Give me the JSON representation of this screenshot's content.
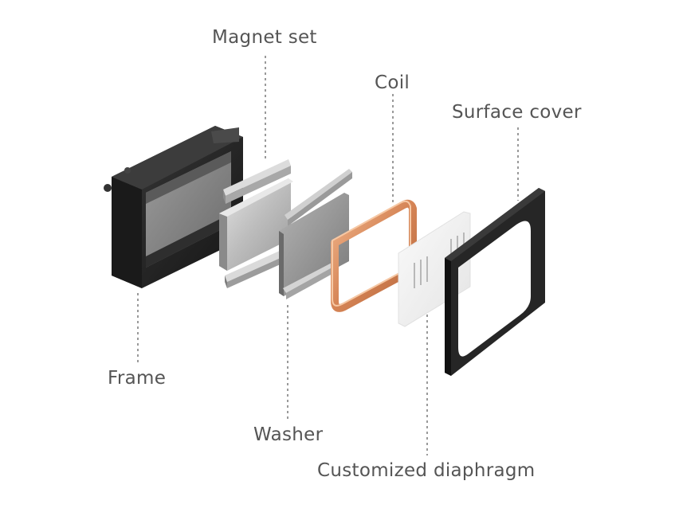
{
  "labels": {
    "magnet_set": "Magnet set",
    "coil": "Coil",
    "surface_cover": "Surface cover",
    "frame": "Frame",
    "washer": "Washer",
    "customized_diaphragm": "Customized diaphragm"
  },
  "colors": {
    "label_text": "#555555",
    "leader_line": "#9a9a9a",
    "frame_dark": "#2a2a2a",
    "magnet_silver": "#c9c9c9",
    "washer_gray": "#8f8f8f",
    "coil_copper": "#d9925f",
    "diaphragm_white": "#f4f4f4",
    "cover_black": "#1e1e1e"
  }
}
